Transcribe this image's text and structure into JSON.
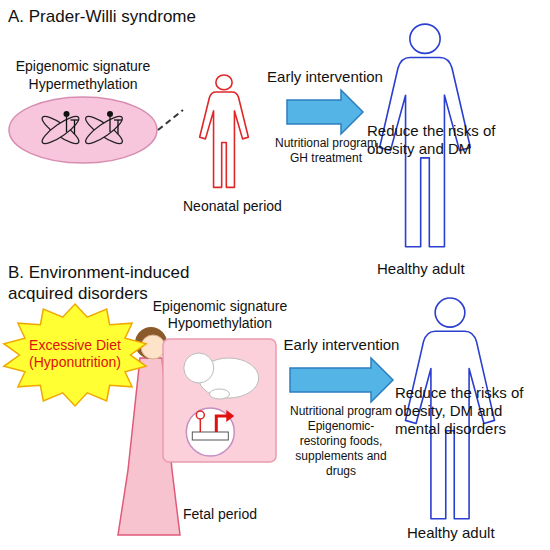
{
  "diagram": {
    "nodes": [
      {
        "text": [
          "Epigenomic signature",
          "Hypermethylation"
        ]
      },
      {
        "text": [
          "Neonatal period"
        ]
      },
      {
        "text": [
          "Reduce the risks of obesity and DM",
          "Healthy adult"
        ]
      },
      {
        "text": [
          "Excessive Diet (Hyponutrition)"
        ]
      },
      {
        "text": [
          "Epigenomic signature",
          "Hypomethylation",
          "Fetal period"
        ]
      },
      {
        "text": [
          "Reduce the risks of obesity, DM and mental disorders",
          "Healthy adult"
        ]
      }
    ],
    "edges": [
      {
        "from": 0,
        "to": 1,
        "arrow": "none"
      },
      {
        "from": 1,
        "to": 2,
        "arrow": "to",
        "label": "Early intervention"
      },
      {
        "from": 4,
        "to": 5,
        "arrow": "to",
        "label": "Early intervention"
      }
    ],
    "labels": [
      "A. Prader-Willi syndrome",
      "Nutritional program GH treatment",
      "B. Environment-induced acquired disorders",
      "Nutritional program Epigenomic-restoring foods, supplements and drugs"
    ]
  }
}
